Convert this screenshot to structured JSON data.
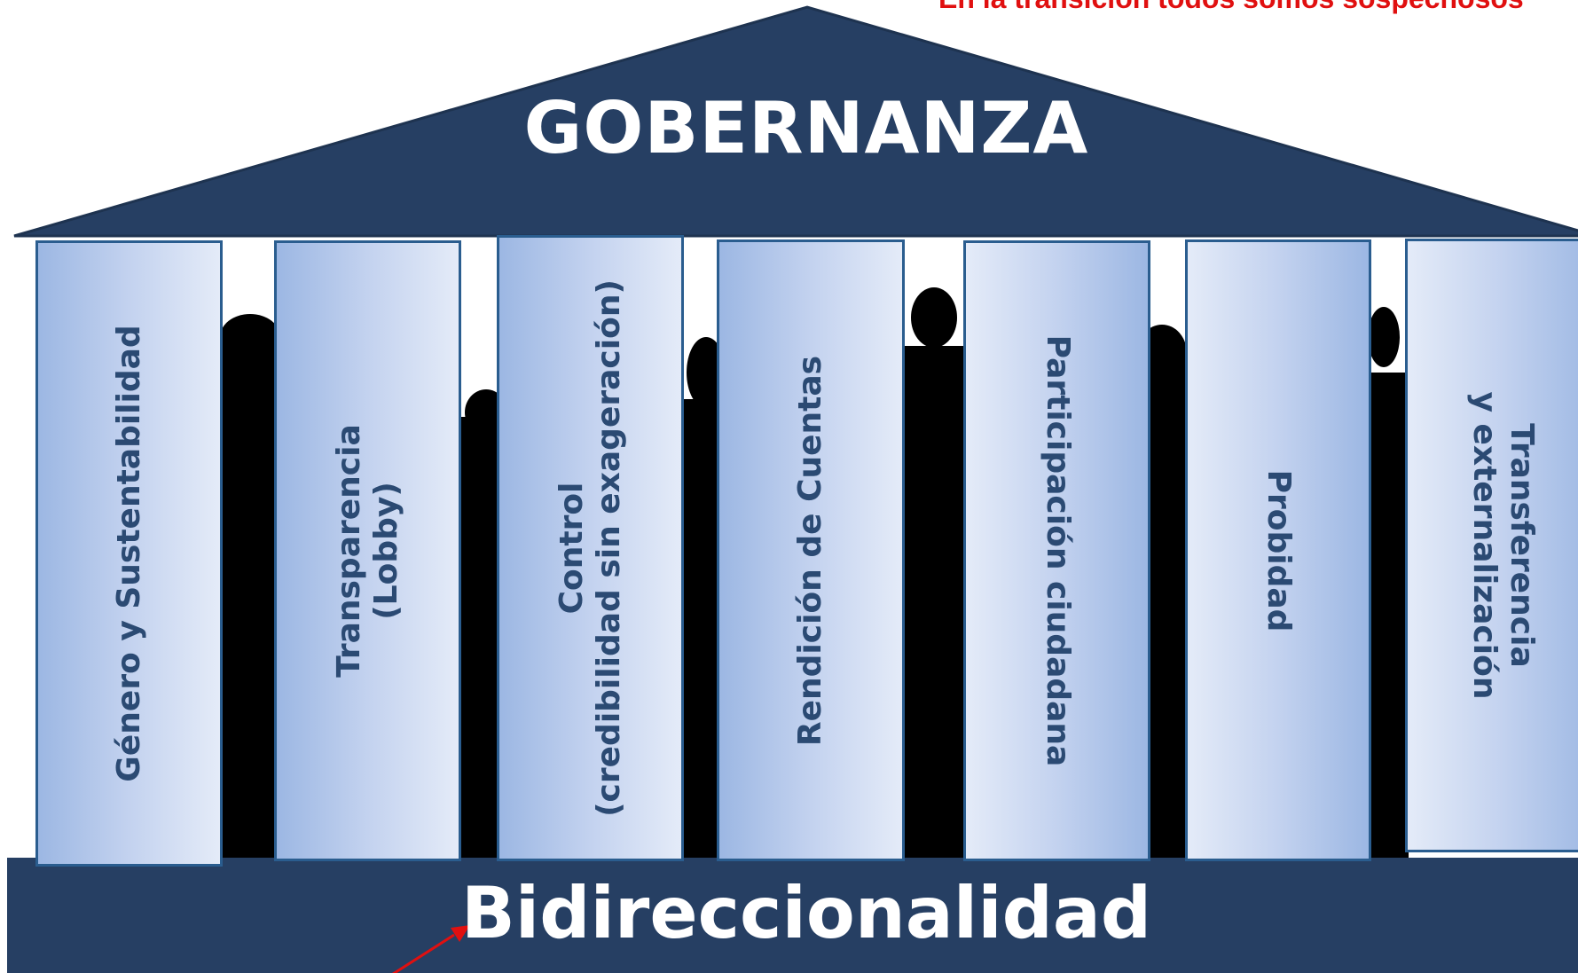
{
  "caption": "En la transición todos somos sospechosos",
  "roof": {
    "title": "GOBERNANZA"
  },
  "base": {
    "title": "Bidireccionalidad"
  },
  "colors": {
    "structure": "#263f63",
    "pillar_border": "#2a5d8f",
    "pillar_text": "#2b4a73",
    "caption": "#e01010",
    "arrow": "#e01010"
  },
  "pillars": [
    {
      "label": "Género y Sustentabilidad"
    },
    {
      "label": "Transparencia\n(Lobby)"
    },
    {
      "label": "Control\n(credibilidad sin exageración)"
    },
    {
      "label": "Rendición de Cuentas"
    },
    {
      "label": "Participación ciudadana"
    },
    {
      "label": "Probidad"
    },
    {
      "label": "Transferencia\ny externalización"
    }
  ]
}
